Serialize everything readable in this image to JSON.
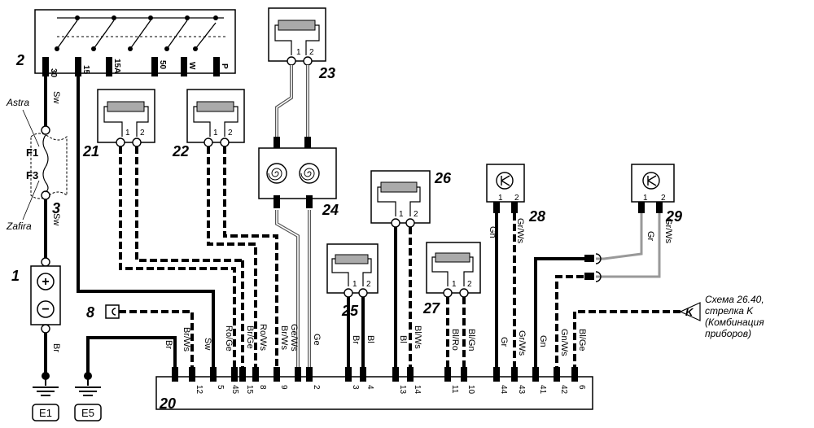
{
  "components": {
    "ignition_switch": {
      "number": "2",
      "pins": [
        "30",
        "15",
        "15A",
        "50",
        "W",
        "P"
      ]
    },
    "fuse_box": {
      "number": "3",
      "fuses": [
        "F1",
        "F3"
      ],
      "variant_top": "Astra",
      "variant_bottom": "Zafira"
    },
    "battery": {
      "number": "1",
      "plus": "+",
      "minus": "−"
    },
    "connector_8": {
      "number": "8"
    },
    "heater_21": {
      "number": "21"
    },
    "heater_22": {
      "number": "22"
    },
    "heater_23": {
      "number": "23"
    },
    "coils_24": {
      "number": "24"
    },
    "heater_25": {
      "number": "25"
    },
    "heater_26": {
      "number": "26"
    },
    "heater_27": {
      "number": "27"
    },
    "sensor_28": {
      "number": "28"
    },
    "sensor_29": {
      "number": "29"
    },
    "control_unit": {
      "number": "20"
    }
  },
  "grounds": [
    "E1",
    "E5"
  ],
  "reference_note": {
    "letter": "K",
    "lines": [
      "Схема 26.40,",
      "стрелка K",
      "(Комбинация",
      "приборов)"
    ]
  },
  "wire_labels": {
    "sw_top": "Sw",
    "sw_bottom": "Sw",
    "br_battery": "Br",
    "w_br": "Br",
    "w_br_ws": "Br/Ws",
    "w_sw": "Sw",
    "w_ro_ge": "Ro/Ge",
    "w_br_ge": "Br/Ge",
    "w_ro_ws": "Ro/Ws",
    "w_br_ws2": "Br/Ws",
    "w_ge_ws": "Ge/Ws",
    "w_ge": "Ge",
    "w_br25": "Br",
    "w_bl25": "Bl",
    "w_bl26": "Bl",
    "w_bl_ws26": "Bl/Ws",
    "w_bl_ro": "Bl/Ro",
    "w_bl_gn": "Bl/Gn",
    "w_gr28": "Gr",
    "w_gr_ws28": "Gr/Ws",
    "w_gn": "Gn",
    "w_gn_ws": "Gn/Ws",
    "w_bl_ge": "Bl/Ge",
    "s28_gn": "Gn",
    "s28_gr_ws": "Gr/Ws",
    "s29_gr": "Gr",
    "s29_gr_ws": "Gr/Ws"
  },
  "pin_labels": {
    "p12": "12",
    "p5": "5",
    "p45": "45",
    "p15": "15",
    "p8": "8",
    "p9": "9",
    "p2": "2",
    "p3": "3",
    "p4": "4",
    "p13": "13",
    "p14": "14",
    "p11": "11",
    "p10": "10",
    "p44": "44",
    "p43": "43",
    "p41": "41",
    "p42": "42",
    "p6": "6",
    "c1": "1",
    "c2": "2"
  },
  "colors": {
    "wire": "#000000",
    "pale_wire": "#999999",
    "resistor": "#aaaaaa"
  }
}
